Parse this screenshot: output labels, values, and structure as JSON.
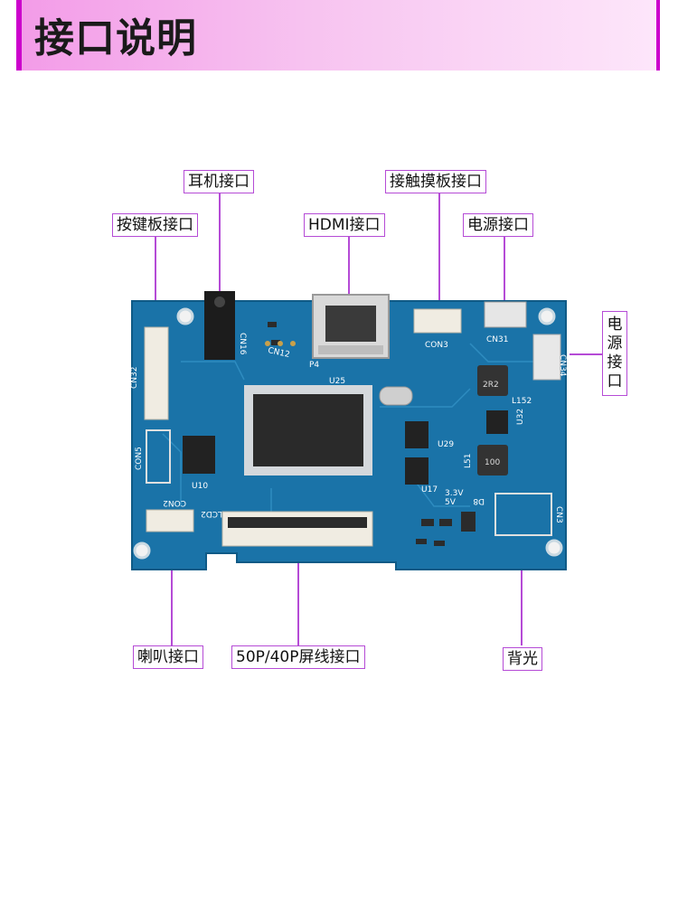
{
  "header": {
    "title": "接口说明"
  },
  "labels": {
    "earphone": "耳机接口",
    "keyboard": "按键板接口",
    "hdmi": "HDMI接口",
    "touch": "接触摸板接口",
    "power_top": "电源接口",
    "power_side": "电源接口",
    "speaker": "喇叭接口",
    "screen": "50P/40P屏线接口",
    "backlight": "背光"
  },
  "board_silk": {
    "cn32": "CN32",
    "cn16": "CN16",
    "cn12": "CN12",
    "p4": "P4",
    "u25": "U25",
    "con3": "CON3",
    "cn31": "CN31",
    "cn34": "CN34",
    "l152": "L152",
    "r2r2": "2R2",
    "u32": "U32",
    "u29": "U29",
    "u17": "U17",
    "con5": "CON5",
    "u10": "U10",
    "con2": "CON2",
    "lcd2": "LCD2",
    "v33": "3.3V",
    "v5": "5V",
    "d8": "D8",
    "cn3": "CN3",
    "l51": "L51",
    "ind100": "100"
  },
  "colors": {
    "pcb": "#1a73a8",
    "accent": "#b54bd6",
    "banner_border": "#cc00cc"
  }
}
